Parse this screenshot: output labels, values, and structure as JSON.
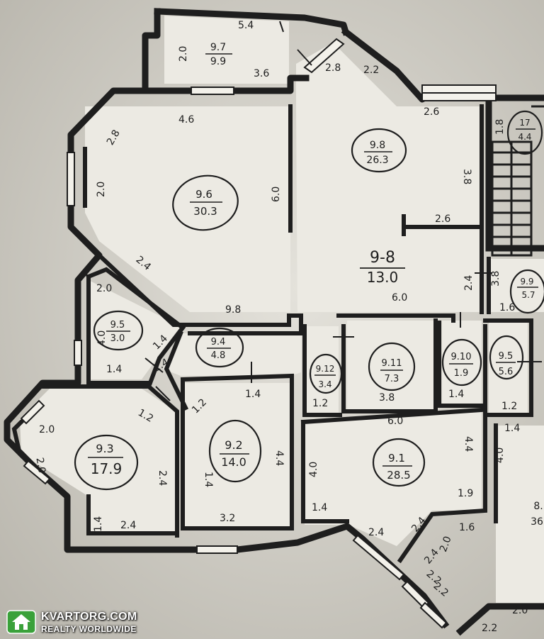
{
  "plan": {
    "rooms": [
      {
        "id": "9.7",
        "area": "9.9"
      },
      {
        "id": "9.6",
        "area": "30.3"
      },
      {
        "id": "9.8",
        "area": "26.3"
      },
      {
        "id": "9-8",
        "area": "13.0"
      },
      {
        "id": "9.5",
        "area": "3.0"
      },
      {
        "id": "9.4",
        "area": "4.8"
      },
      {
        "id": "9.12",
        "area": "3.4"
      },
      {
        "id": "9.11",
        "area": "7.3"
      },
      {
        "id": "9.10",
        "area": "1.9"
      },
      {
        "id": "9.5",
        "area": "5.6"
      },
      {
        "id": "9.3",
        "area": "17.9"
      },
      {
        "id": "9.2",
        "area": "14.0"
      },
      {
        "id": "9.1",
        "area": "28.5"
      },
      {
        "id": "9.9",
        "area": "5.7"
      },
      {
        "id": "17",
        "area": "4.4"
      },
      {
        "id": "8.",
        "area": "36"
      }
    ],
    "dimensions": [
      "5.4",
      "2.0",
      "3.6",
      "2.8",
      "2.2",
      "2.6",
      "4.6",
      "2.8",
      "2.0",
      "6.0",
      "3.8",
      "2.6",
      "2.4",
      "2.4",
      "6.0",
      "3.8",
      "9.8",
      "2.0",
      "4.0",
      "1.4",
      "1.4",
      "1.4",
      "1.2",
      "1.2",
      "1.4",
      "1.2",
      "3.8",
      "1.4",
      "1.2",
      "1.6",
      "1.4",
      "6.0",
      "2.0",
      "2.0",
      "2.4",
      "4.4",
      "4.0",
      "4.4",
      "4.0",
      "1.9",
      "1.4",
      "1.6",
      "2.4",
      "2.4",
      "3.2",
      "1.4",
      "2.4",
      "2.4",
      "2.0",
      "2.2",
      "2.2",
      "2.2",
      "1.4",
      "2.0",
      "1.8"
    ]
  },
  "watermark": {
    "brand": "KVARTORG.COM",
    "tagline": "REALTY WORLDWIDE"
  },
  "colors": {
    "paper": "#cfccc3",
    "wall": "#1e1e1e",
    "wall_fill": "#f3f1ea",
    "room_fill": "#e9e7e0",
    "logo_green": "#3aa13a"
  }
}
